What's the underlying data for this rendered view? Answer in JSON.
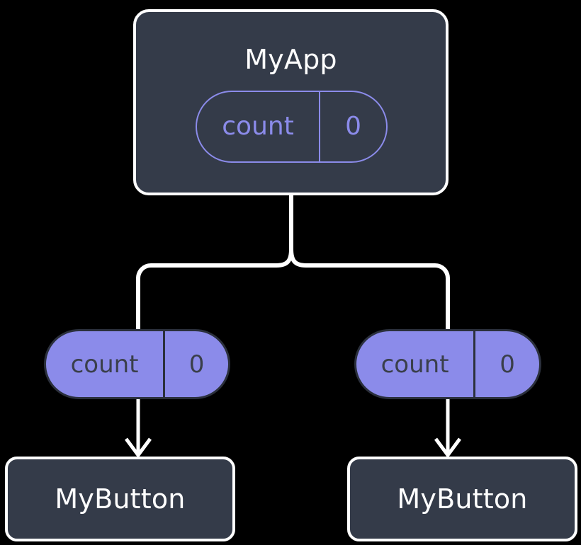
{
  "diagram": {
    "title": "MyApp state propagation tree",
    "background_color": "#000000",
    "colors": {
      "node_fill": "#343b49",
      "node_border": "#ffffff",
      "state_accent": "#8b8bea",
      "state_text_on_fill": "#3a3f4b",
      "connector": "#ffffff"
    }
  },
  "root": {
    "name": "node-myapp",
    "label": "MyApp",
    "state": {
      "key": "count",
      "value": "0"
    }
  },
  "children": [
    {
      "name": "node-mybutton-left",
      "label": "MyButton",
      "state": {
        "key": "count",
        "value": "0"
      }
    },
    {
      "name": "node-mybutton-right",
      "label": "MyButton",
      "state": {
        "key": "count",
        "value": "0"
      }
    }
  ],
  "connectors": {
    "root_to_fork_label": "root-branch-connector",
    "left_prop_label": "left-state-arrow",
    "right_prop_label": "right-state-arrow"
  }
}
